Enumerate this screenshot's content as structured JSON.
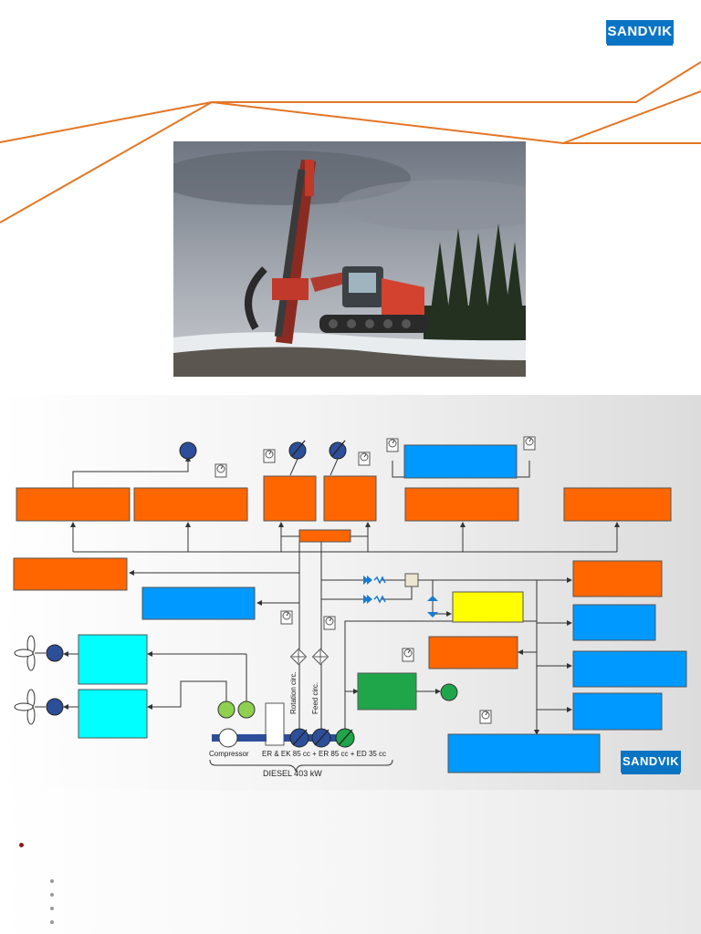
{
  "logo": {
    "text": "SANDVIK"
  },
  "photo": {
    "subject": "surface-drill-rig"
  },
  "diagram": {
    "labels": {
      "compressor": "Compressor",
      "pumps": "ER & EK 85 cc + ER 85 cc + ED 35 cc",
      "engine": "DIESEL 403 kW",
      "rotation_circuit": "Rotation circ.",
      "feed_circuit": "Feed circ."
    },
    "colors": {
      "orange": "#ff6600",
      "blue": "#0099ff",
      "cyan": "#00ffff",
      "yellow": "#ffff00",
      "green": "#1fa64a",
      "pump_blue": "#2d4f9a",
      "accent_line": "#e37625"
    }
  }
}
